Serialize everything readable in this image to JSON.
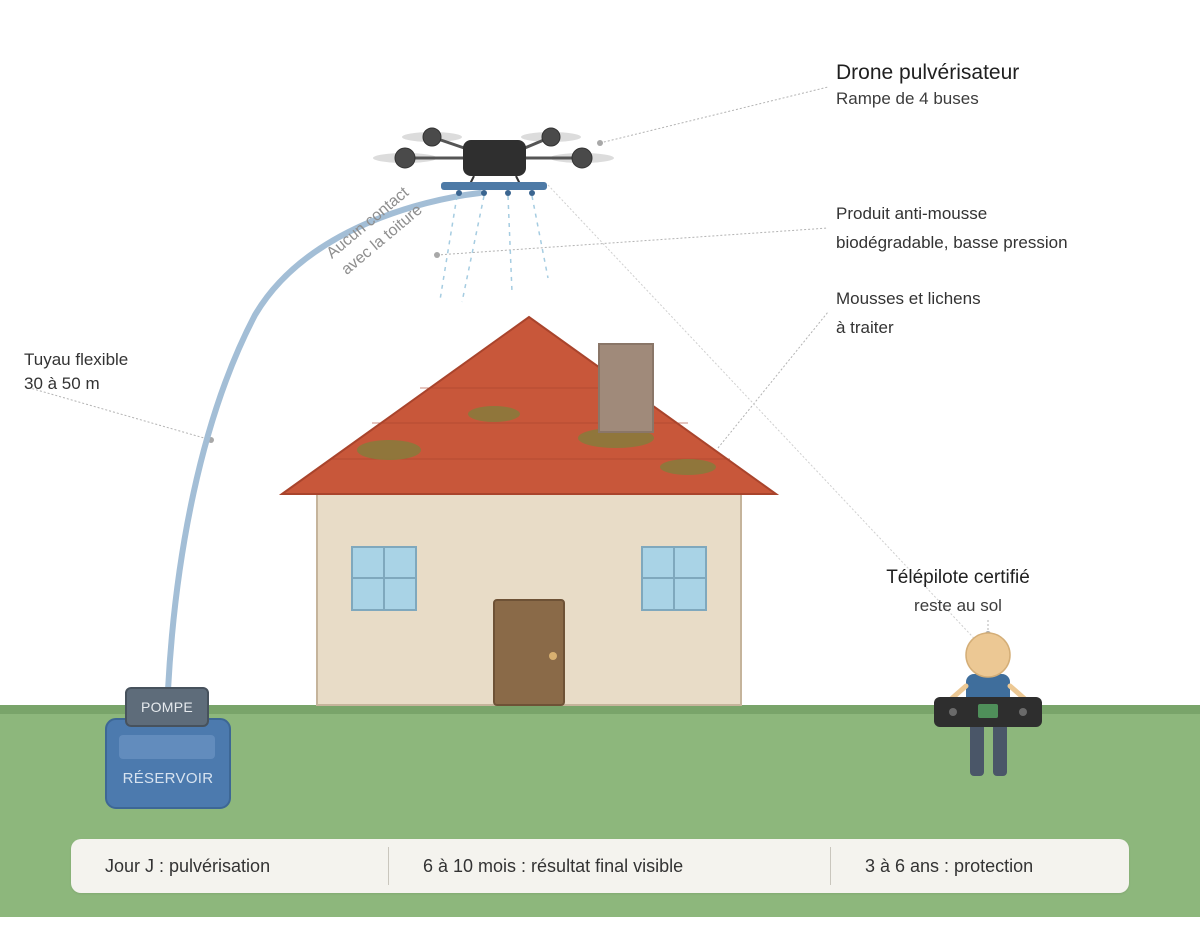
{
  "labels": {
    "drone_title": "Drone pulvérisateur",
    "drone_subtitle": "Rampe de 4 buses",
    "product_line1": "Produit anti-mousse",
    "product_line2": "biodégradable, basse pression",
    "moss_line1": "Mousses et lichens",
    "moss_line2": "à traiter",
    "hose_line1": "Tuyau flexible",
    "hose_line2": "30 à 50 m",
    "contact_line1": "Aucun contact",
    "contact_line2": "avec la toiture",
    "pilot_title": "Télépilote certifié",
    "pilot_subtitle": "reste au sol",
    "pump": "POMPE",
    "tank": "RÉSERVOIR"
  },
  "timeline": [
    "Jour J : pulvérisation",
    "6 à 10 mois : résultat final visible",
    "3 à 6 ans : protection"
  ],
  "colors": {
    "ground": "#8db77c",
    "ground_edge": "#79a46a",
    "roof": "#c8573a",
    "roof_edge": "#a9442c",
    "wall": "#e8dcc7",
    "window": "#a9d3e6",
    "door": "#8a6a48",
    "chimney": "#a08a7a",
    "moss": "#8a7a3c",
    "drone_body": "#2f2f2f",
    "spray_bar": "#4d7aa6",
    "hose": "#a3bed6",
    "tank": "#4c7aae",
    "pump": "#5e6c7a",
    "pilot_skin": "#ecc894",
    "pilot_shirt": "#3f6e9c",
    "pilot_legs": "#4a5668",
    "remote": "#2e2e2e",
    "leader_line": "#b3b3b3",
    "timeline_bg": "#f4f3ee"
  }
}
